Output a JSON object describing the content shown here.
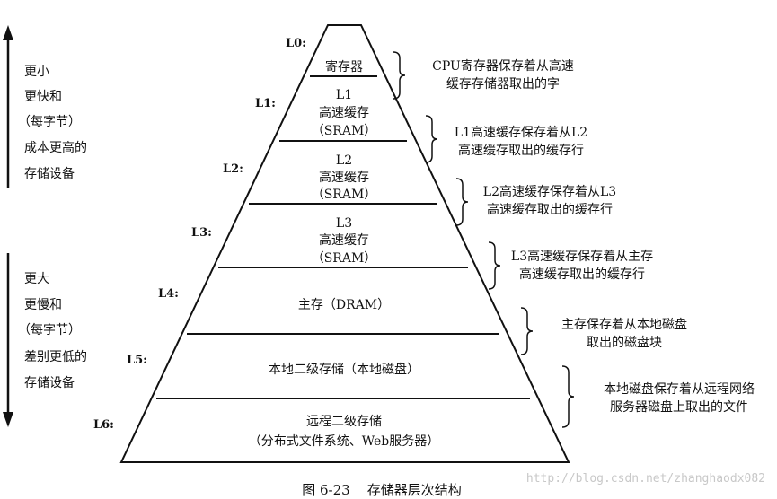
{
  "levels": [
    {
      "tag": "L0:",
      "lines": [
        "寄存器"
      ],
      "desc": [
        "CPU寄存器保存着从高速",
        "缓存存储器取出的字"
      ]
    },
    {
      "tag": "L1:",
      "lines": [
        "L1",
        "高速缓存",
        "（SRAM）"
      ],
      "desc": [
        "L1高速缓存保存着从L2",
        "高速缓存取出的缓存行"
      ]
    },
    {
      "tag": "L2:",
      "lines": [
        "L2",
        "高速缓存",
        "（SRAM）"
      ],
      "desc": [
        "L2高速缓存保存着从L3",
        "高速缓存取出的缓存行"
      ]
    },
    {
      "tag": "L3:",
      "lines": [
        "L3",
        "高速缓存",
        "（SRAM）"
      ],
      "desc": [
        "L3高速缓存保存着从主存",
        "高速缓存取出的缓存行"
      ]
    },
    {
      "tag": "L4:",
      "lines": [
        "主存（DRAM）"
      ],
      "desc": [
        "主存保存着从本地磁盘",
        "取出的磁盘块"
      ]
    },
    {
      "tag": "L5:",
      "lines": [
        "本地二级存储（本地磁盘）"
      ],
      "desc": [
        "本地磁盘保存着从远程网络",
        "服务器磁盘上取出的文件"
      ]
    },
    {
      "tag": "L6:",
      "lines": [
        "远程二级存储",
        "（分布式文件系统、Web服务器）"
      ],
      "desc": []
    }
  ],
  "side_top": [
    "更小",
    "更快和",
    "（每字节）",
    "成本更高的",
    "存储设备"
  ],
  "side_bottom": [
    "更大",
    "更慢和",
    "（每字节）",
    "差别更低的",
    "存储设备"
  ],
  "caption": "图 6-23    存储器层次结构",
  "watermark": "http://blog.csdn.net/zhanghaodx082",
  "colors": {
    "ink": "#111111",
    "watermark": "#c8c8c8"
  }
}
